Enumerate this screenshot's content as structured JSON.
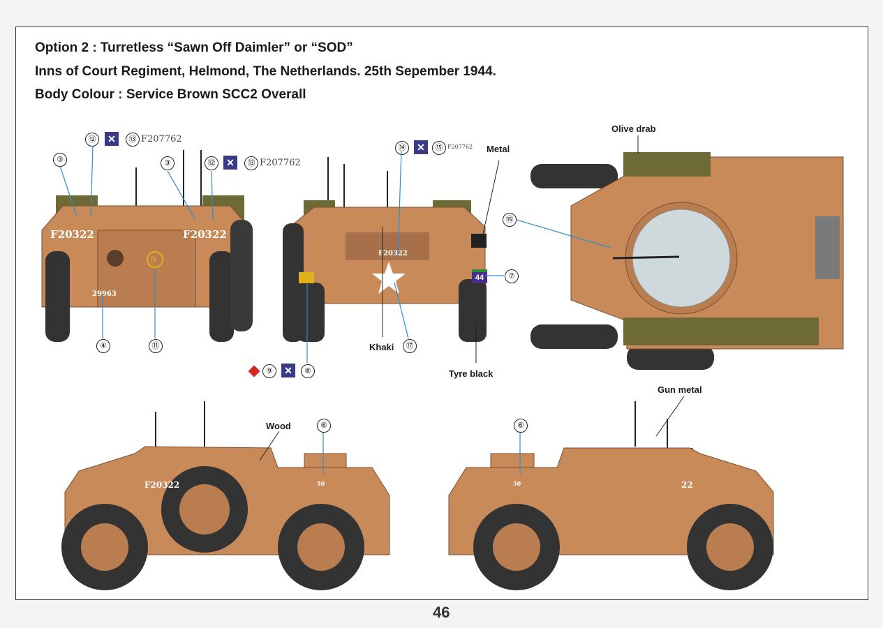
{
  "header": {
    "line1": "Option 2 :  Turretless “Sawn Off Daimler” or “SOD”",
    "line2": "Inns of Court Regiment, Helmond, The Netherlands. 25th Sepember 1944.",
    "line3": "Body Colour : Service Brown SCC2 Overall"
  },
  "callouts": {
    "olive_drab": "Olive drab",
    "metal": "Metal",
    "khaki": "Khaki",
    "tyre_black": "Tyre black",
    "wood": "Wood",
    "gun_metal": "Gun metal"
  },
  "markers": {
    "m3": "③",
    "m4": "④",
    "m6": "⑥",
    "m7": "⑦",
    "m8": "⑧",
    "m9": "⑨",
    "m11": "⑪",
    "m12": "⑫",
    "m13": "⑬",
    "m14": "⑭",
    "m15": "⑮",
    "m16": "⑯",
    "m17": "⑰"
  },
  "serials": {
    "large": "F207762",
    "small": "F207762",
    "rear_hull": "F20322",
    "front_plate": "F20322",
    "plate_number": "29963",
    "bridge": "44",
    "side": "50",
    "circle_9": "9"
  },
  "page_number": "46",
  "colors": {
    "body": "#c98a5a",
    "body_dark": "#8a5a38",
    "olive": "#6e6a35",
    "tyre": "#333333",
    "insignia": "#3a3a86",
    "red": "#d8231f"
  }
}
